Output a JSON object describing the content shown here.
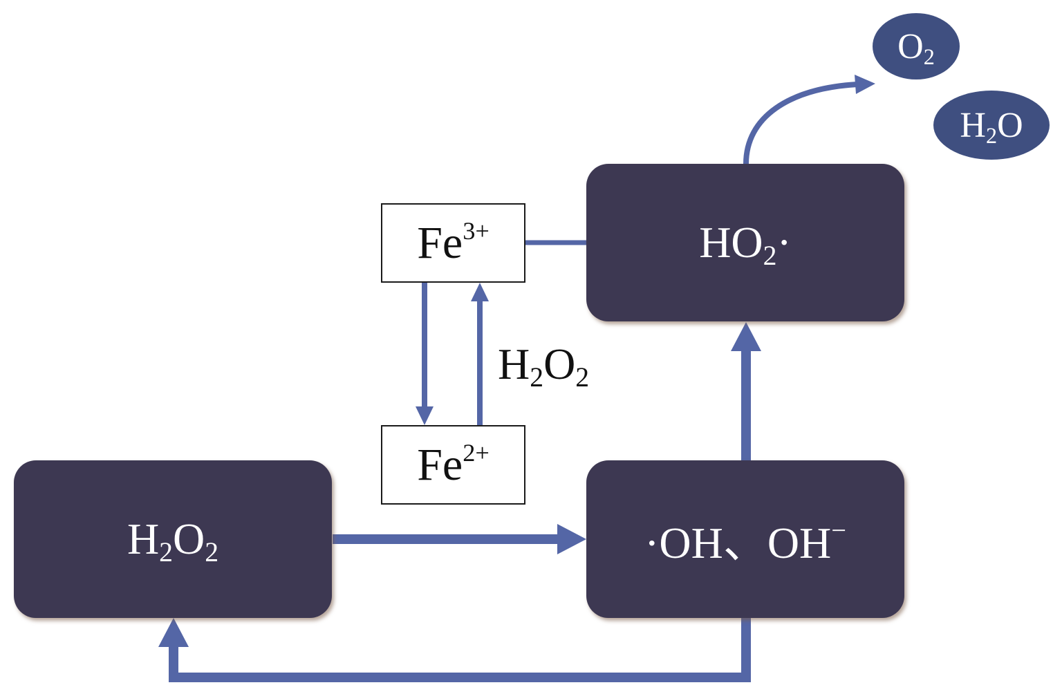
{
  "colors": {
    "dark_box": "#3d3852",
    "arrow": "#5466a6",
    "ellipse": "#3f4f80"
  },
  "nodes": {
    "h2o2": {
      "base1": "H",
      "sub1": "2",
      "base2": "O",
      "sub2": "2"
    },
    "oh": {
      "text": "·OH、OH",
      "sup": "−"
    },
    "ho2": {
      "base1": "HO",
      "sub1": "2",
      "tail": "·"
    },
    "fe3": {
      "base": "Fe",
      "sup": "3+"
    },
    "fe2": {
      "base": "Fe",
      "sup": "2+"
    },
    "o2": {
      "base1": "O",
      "sub1": "2"
    },
    "h2o": {
      "base1": "H",
      "sub1": "2",
      "base2": "O"
    }
  },
  "labels": {
    "h2o2_cycle": {
      "base1": "H",
      "sub1": "2",
      "base2": "O",
      "sub2": "2"
    }
  }
}
